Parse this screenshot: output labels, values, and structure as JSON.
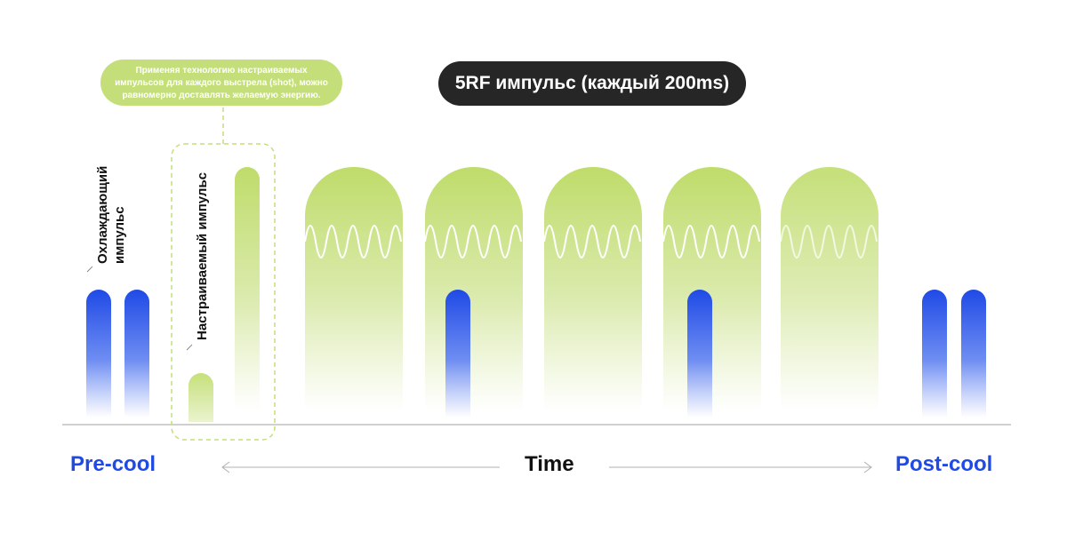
{
  "callout_description": "Применяя технологию настраиваемых импульсов для каждого выстрела (shot), можно равномерно доставлять желаемую энергию.",
  "callout_description_lines": [
    "Применяя технологию настраиваемых",
    "импульсов для каждого выстрела (shot), можно",
    "равномерно доставлять желаемую энергию."
  ],
  "callout_rf": "5RF импульс (каждый 200ms)",
  "label_cooling_pulse": "Охлаждающий импульс",
  "label_cooling_pulse_lines": [
    "Охлаждающий",
    "импульс"
  ],
  "label_adjustable_pulse": "Настраиваемый импульс",
  "axis": {
    "left": "Pre-cool",
    "center": "Time",
    "right": "Post-cool"
  },
  "colors": {
    "cool_blue": "#1f4ae6",
    "rf_green": "#c4df7a",
    "callout_dark": "#262626",
    "axis_gray": "#a0a0a0"
  }
}
